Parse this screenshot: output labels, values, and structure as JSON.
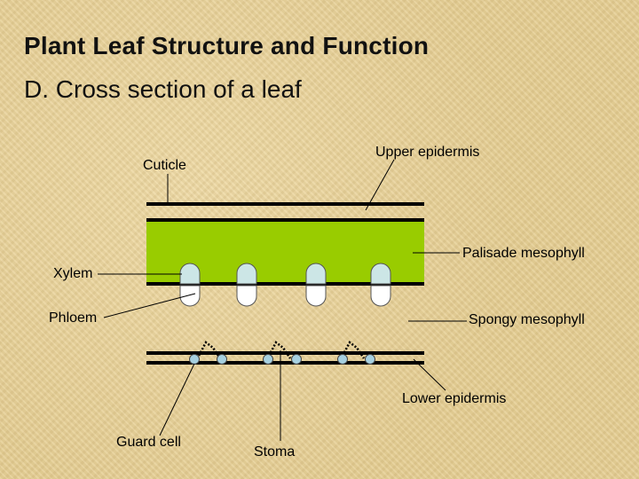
{
  "slide": {
    "title": "Plant Leaf Structure and Function",
    "subtitle": "D. Cross section of a leaf"
  },
  "labels": {
    "cuticle": "Cuticle",
    "upper_epidermis": "Upper epidermis",
    "palisade_mesophyll": "Palisade mesophyll",
    "xylem": "Xylem",
    "phloem": "Phloem",
    "spongy_mesophyll": "Spongy mesophyll",
    "lower_epidermis": "Lower epidermis",
    "guard_cell": "Guard cell",
    "stoma": "Stoma"
  },
  "colors": {
    "palisade_fill": "#99cc00",
    "vein_upper": "#cce6e6",
    "vein_lower": "#ffffff",
    "guard_cell": "#a6d0e0",
    "line": "#000000"
  }
}
